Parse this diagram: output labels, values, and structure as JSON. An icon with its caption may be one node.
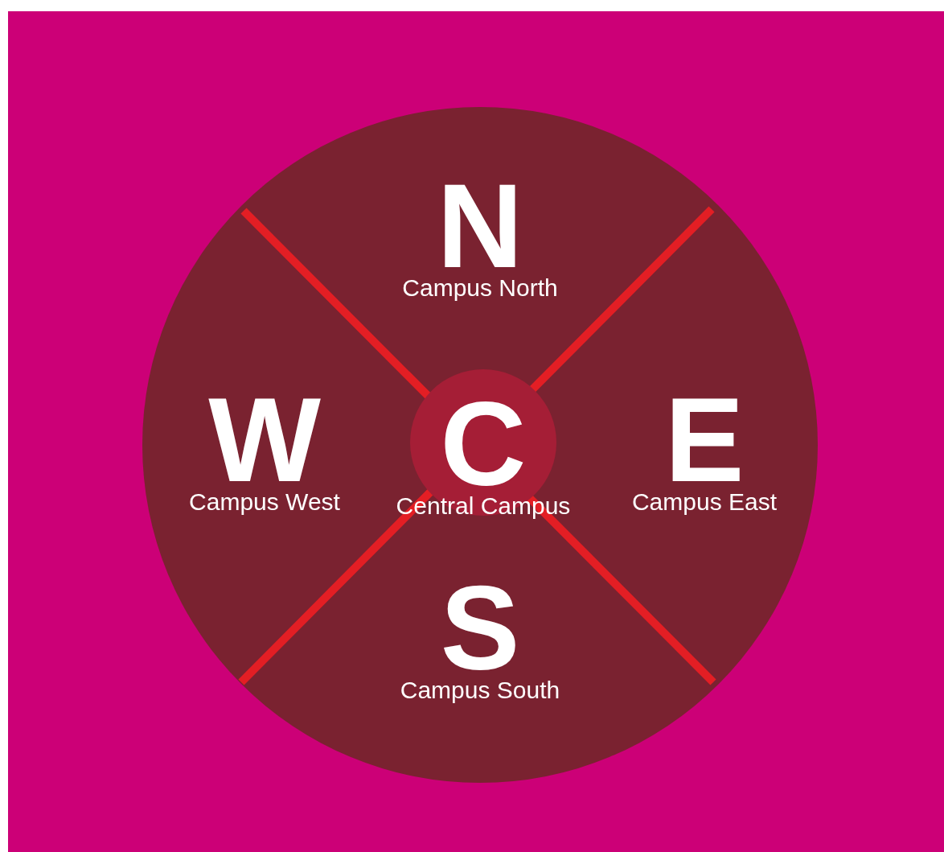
{
  "diagram": {
    "nodes": [
      {
        "text": [],
        "shape": "circle"
      },
      {
        "text": [
          "N",
          "Campus North"
        ],
        "in": 0
      },
      {
        "text": [
          "W",
          "Campus West"
        ],
        "in": 0
      },
      {
        "text": [
          "C",
          "Central Campus"
        ],
        "in": 0
      },
      {
        "text": [
          "E",
          "Campus East"
        ],
        "in": 0
      },
      {
        "text": [
          "S",
          "Campus South"
        ],
        "in": 0
      }
    ]
  }
}
